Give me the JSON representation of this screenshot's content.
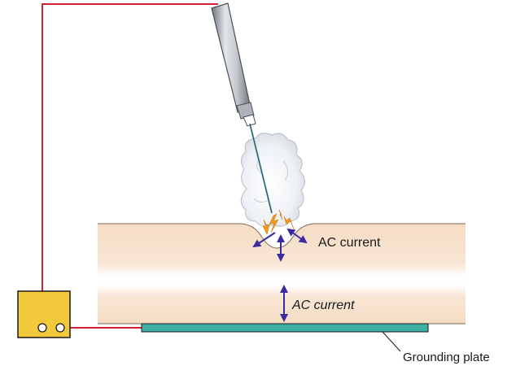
{
  "labels": {
    "ac_current_upper": "AC current",
    "ac_current_lower": "AC current",
    "grounding_plate": "Grounding plate"
  },
  "colors": {
    "wire": "#d42032",
    "tissue": "#f7e3cf",
    "generator_box": "#f2c83c",
    "grounding_plate": "#3fb0a5",
    "arrow": "#3a2aa0",
    "spark": "#f39a1e",
    "probe_shaft": "#a8adb3",
    "smoke": "#e4e8ee"
  },
  "icons": {
    "generator": "generator-box-icon",
    "electrode": "electrode-probe-icon",
    "smoke": "smoke-plume-icon",
    "spark": "spark-icon"
  }
}
